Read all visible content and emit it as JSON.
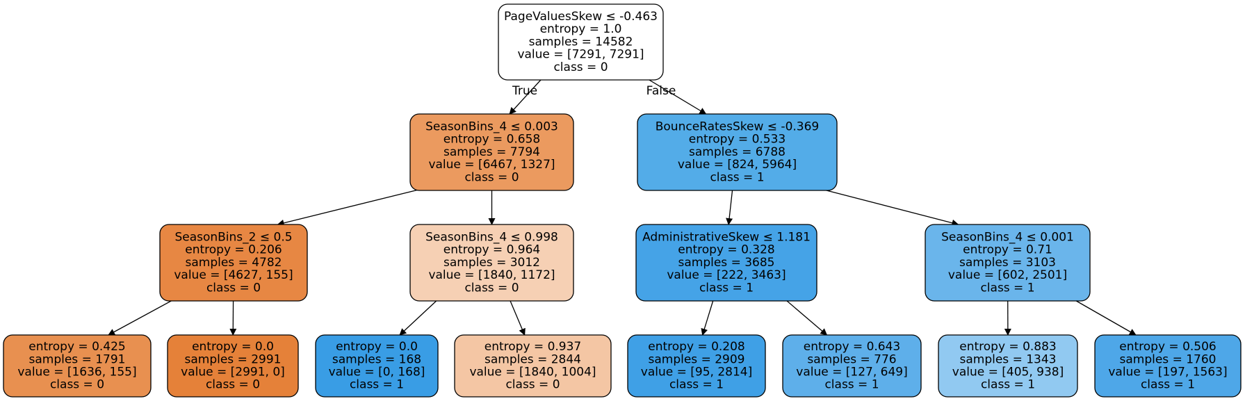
{
  "tree": {
    "nodes": [
      {
        "id": "n0",
        "fill": "#ffffff",
        "lines": [
          "PageValuesSkew ≤ -0.463",
          "entropy = 1.0",
          "samples = 14582",
          "value = [7291, 7291]",
          "class = 0"
        ]
      },
      {
        "id": "n1",
        "fill": "#eb9a5f",
        "lines": [
          "SeasonBins_4 ≤ 0.003",
          "entropy = 0.658",
          "samples = 7794",
          "value = [6467, 1327]",
          "class = 0"
        ]
      },
      {
        "id": "n2",
        "fill": "#53ace8",
        "lines": [
          "BounceRatesSkew ≤ -0.369",
          "entropy = 0.533",
          "samples = 6788",
          "value = [824, 5964]",
          "class = 1"
        ]
      },
      {
        "id": "n3",
        "fill": "#e78743",
        "lines": [
          "SeasonBins_2 ≤ 0.5",
          "entropy = 0.206",
          "samples = 4782",
          "value = [4627, 155]",
          "class = 0"
        ]
      },
      {
        "id": "n4",
        "fill": "#f6d0b4",
        "lines": [
          "SeasonBins_4 ≤ 0.998",
          "entropy = 0.964",
          "samples = 3012",
          "value = [1840, 1172]",
          "class = 0"
        ]
      },
      {
        "id": "n5",
        "fill": "#45a3e7",
        "lines": [
          "AdministrativeSkew ≤ 1.181",
          "entropy = 0.328",
          "samples = 3685",
          "value = [222, 3463]",
          "class = 1"
        ]
      },
      {
        "id": "n6",
        "fill": "#6ab5eb",
        "lines": [
          "SeasonBins_4 ≤ 0.001",
          "entropy = 0.71",
          "samples = 3103",
          "value = [602, 2501]",
          "class = 1"
        ]
      },
      {
        "id": "n7",
        "fill": "#e89050",
        "lines": [
          "entropy = 0.425",
          "samples = 1791",
          "value = [1636, 155]",
          "class = 0"
        ]
      },
      {
        "id": "n8",
        "fill": "#e58139",
        "lines": [
          "entropy = 0.0",
          "samples = 2991",
          "value = [2991, 0]",
          "class = 0"
        ]
      },
      {
        "id": "n9",
        "fill": "#399de5",
        "lines": [
          "entropy = 0.0",
          "samples = 168",
          "value = [0, 168]",
          "class = 1"
        ]
      },
      {
        "id": "n10",
        "fill": "#f4c6a4",
        "lines": [
          "entropy = 0.937",
          "samples = 2844",
          "value = [1840, 1004]",
          "class = 0"
        ]
      },
      {
        "id": "n11",
        "fill": "#3fa0e6",
        "lines": [
          "entropy = 0.208",
          "samples = 2909",
          "value = [95, 2814]",
          "class = 1"
        ]
      },
      {
        "id": "n12",
        "fill": "#5eafea",
        "lines": [
          "entropy = 0.643",
          "samples = 776",
          "value = [127, 649]",
          "class = 1"
        ]
      },
      {
        "id": "n13",
        "fill": "#91c9f1",
        "lines": [
          "entropy = 0.883",
          "samples = 1343",
          "value = [405, 938]",
          "class = 1"
        ]
      },
      {
        "id": "n14",
        "fill": "#4ea7e8",
        "lines": [
          "entropy = 0.506",
          "samples = 1760",
          "value = [197, 1563]",
          "class = 1"
        ]
      }
    ],
    "edges": [
      {
        "from": "n0",
        "to": "n1"
      },
      {
        "from": "n0",
        "to": "n2"
      },
      {
        "from": "n1",
        "to": "n3"
      },
      {
        "from": "n1",
        "to": "n4"
      },
      {
        "from": "n2",
        "to": "n5"
      },
      {
        "from": "n2",
        "to": "n6"
      },
      {
        "from": "n3",
        "to": "n7"
      },
      {
        "from": "n3",
        "to": "n8"
      },
      {
        "from": "n4",
        "to": "n9"
      },
      {
        "from": "n4",
        "to": "n10"
      },
      {
        "from": "n5",
        "to": "n11"
      },
      {
        "from": "n5",
        "to": "n12"
      },
      {
        "from": "n6",
        "to": "n13"
      },
      {
        "from": "n6",
        "to": "n14"
      }
    ],
    "edge_labels": {
      "true_label": "True",
      "false_label": "False"
    }
  },
  "colors": {
    "stroke": "#000000",
    "text": "#000000",
    "background": "#ffffff"
  }
}
